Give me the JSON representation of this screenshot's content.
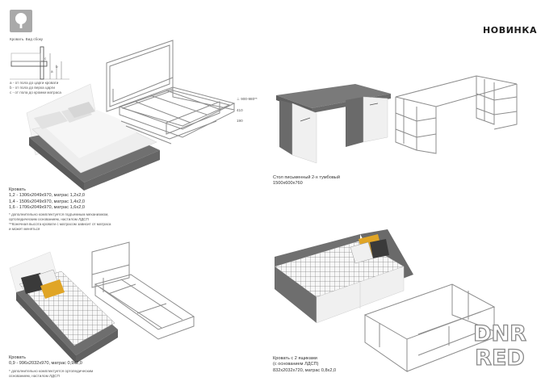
{
  "badge": "НОВИНКА",
  "side_view": {
    "caption": "Кровать. Вид сбоку",
    "dim_a": "а",
    "dim_b": "b",
    "dim_c": "с",
    "legend": [
      "a - от пола до царги кровати",
      "b - от пола до верха царги",
      "c - от пола до кромки матраса"
    ]
  },
  "height_marks": {
    "top": "⊥ 900-980**",
    "mid": "410",
    "bottom": "190"
  },
  "bed_double": {
    "title": "Кровать",
    "sizes": [
      "1,2 - 1306х2049х970, матрас 1,2х2,0",
      "1,4 - 1506х2049х970, матрас 1,4х2,0",
      "1,6 - 1706х2049х970, матрас 1,6х2,0"
    ],
    "notes": [
      "* дополнительно комплектуется подъемным механизмом,",
      "ортопедическим основанием, настилом ЛДСП",
      "**Конечная высота кровати с матрасом зависит от матраса",
      "и может меняться"
    ]
  },
  "desk": {
    "title": "Стол письменный 2-х тумбовый",
    "size": "1500х600х760"
  },
  "bed_single": {
    "title": "Кровать",
    "size": "0,9 - 996х2032х970, матрас 0,9х2,0",
    "notes": [
      "* дополнительно комплектуется ортопедическим",
      "основанием, настилом ЛДСП"
    ]
  },
  "bed_drawers": {
    "title": "Кровать с 2 ящиками",
    "lines": [
      "(с основанием ЛДСП)",
      "832х2032х720, матрас 0,8х2,0"
    ]
  },
  "watermark": {
    "line1": "DNR",
    "line2": "RED"
  },
  "colors": {
    "concrete": "#6e6e6e",
    "white_panel": "#f2f2f2",
    "frame_line": "#8c8c8c",
    "pillow_yellow": "#e0a526"
  }
}
